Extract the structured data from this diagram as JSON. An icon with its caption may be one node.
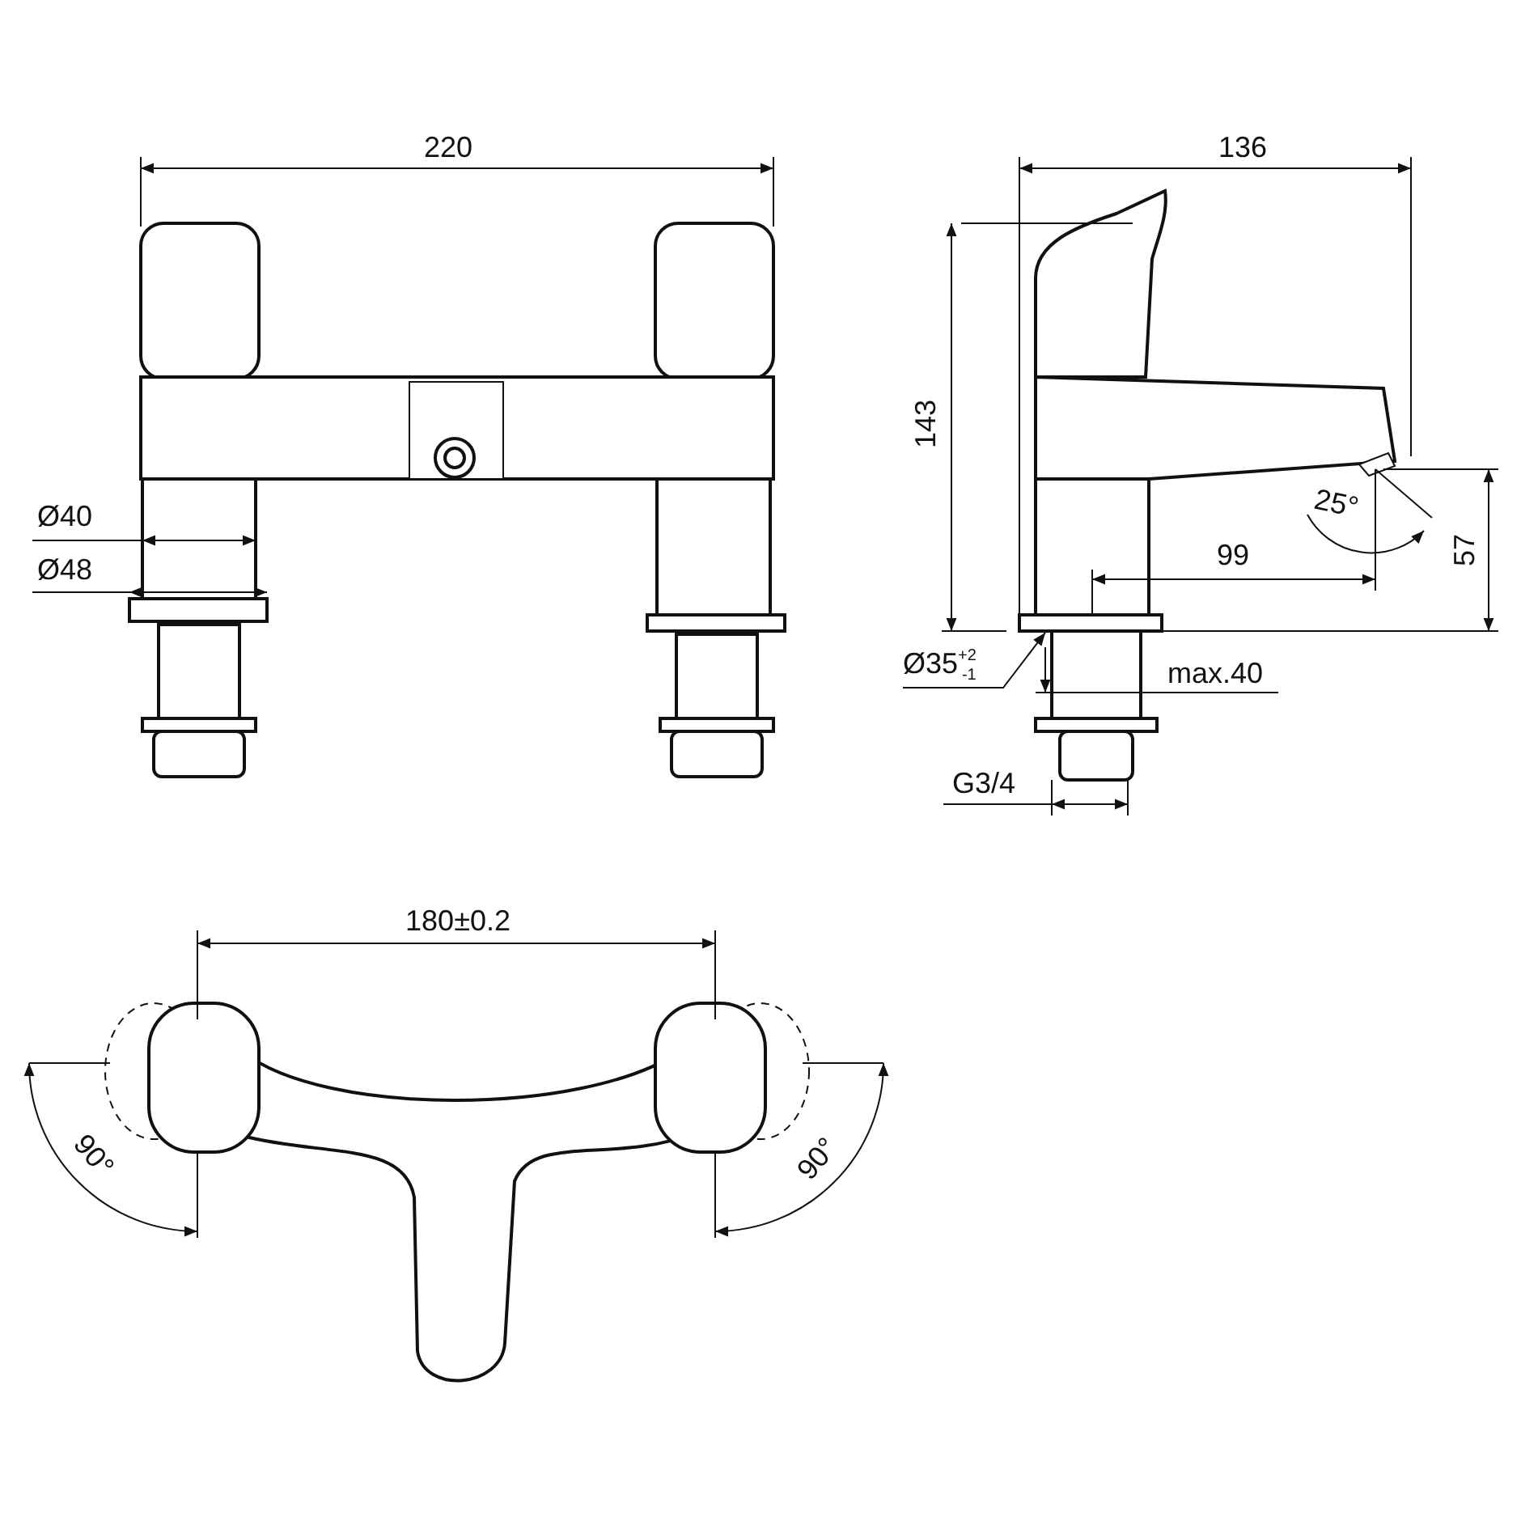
{
  "diagram": {
    "nodes": [
      {
        "text": [
          "Ø35$^{+2}$$_{-1}$"
        ]
      },
      {
        "text": [],
        "shape": "box"
      }
    ],
    "edges": [
      {
        "from": 0,
        "to": 1,
        "arrow": "to"
      }
    ],
    "labels": [
      "220",
      "136",
      "143",
      "Ø40",
      "25°",
      "99",
      "57",
      "Ø48",
      "max.40",
      "G3/4",
      "180±0.2",
      "90°",
      "90°"
    ]
  }
}
